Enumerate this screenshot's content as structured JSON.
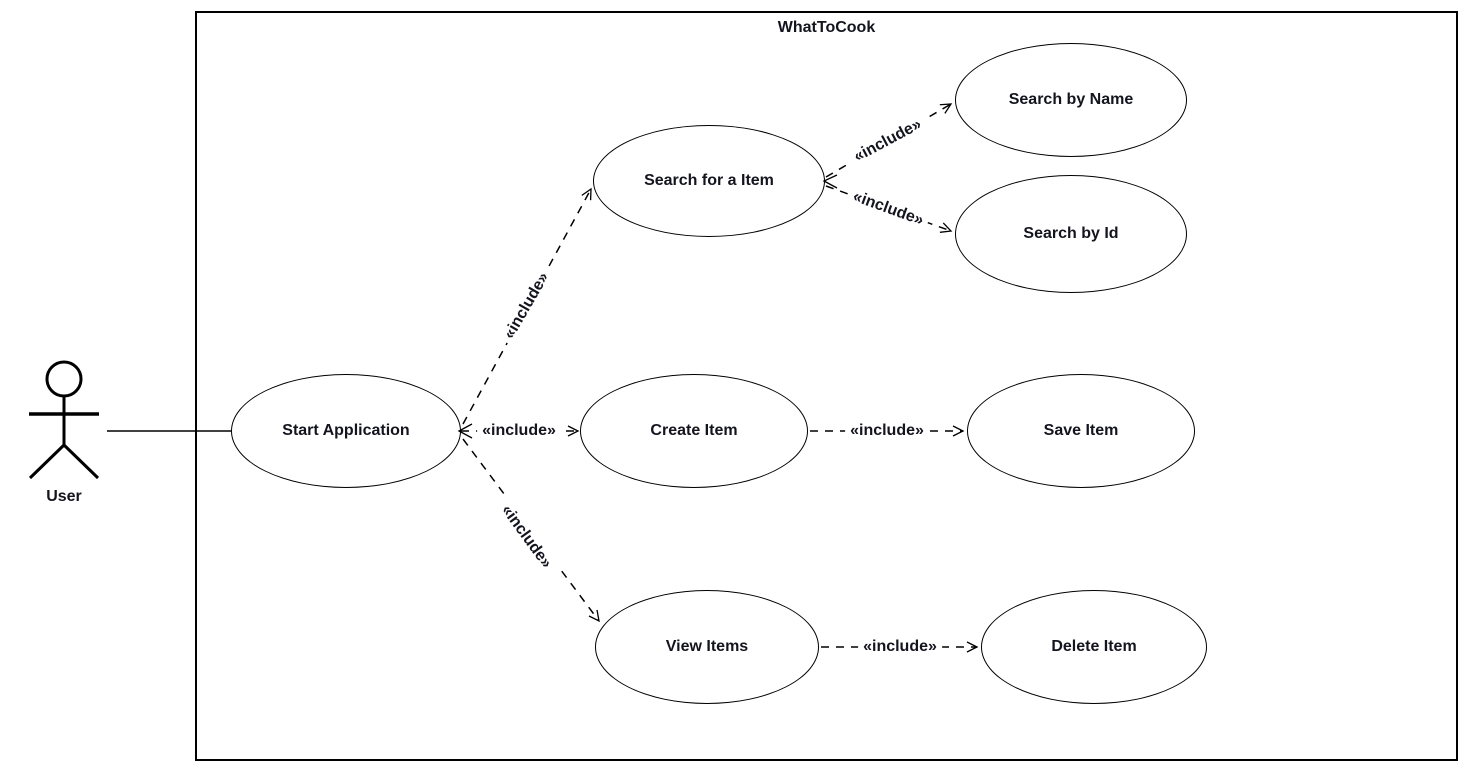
{
  "diagram": {
    "type": "uml-use-case-diagram",
    "system": {
      "title": "WhatToCook"
    },
    "actor": {
      "label": "User"
    },
    "include_label": "«include»",
    "use_cases": {
      "start_application": "Start Application",
      "search_for_item": "Search for a Item",
      "search_by_name": "Search by Name",
      "search_by_id": "Search by Id",
      "create_item": "Create Item",
      "save_item": "Save Item",
      "view_items": "View Items",
      "delete_item": "Delete Item"
    },
    "relationships": [
      {
        "from": "User",
        "to": "Start Application",
        "type": "association"
      },
      {
        "from": "Start Application",
        "to": "Search for a Item",
        "type": "include"
      },
      {
        "from": "Start Application",
        "to": "Create Item",
        "type": "include"
      },
      {
        "from": "Start Application",
        "to": "View Items",
        "type": "include"
      },
      {
        "from": "Search for a Item",
        "to": "Search by Name",
        "type": "include"
      },
      {
        "from": "Search for a Item",
        "to": "Search by Id",
        "type": "include"
      },
      {
        "from": "Create Item",
        "to": "Save Item",
        "type": "include"
      },
      {
        "from": "View Items",
        "to": "Delete Item",
        "type": "include"
      }
    ]
  }
}
